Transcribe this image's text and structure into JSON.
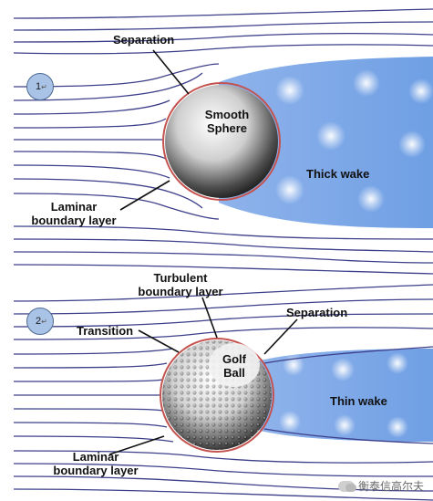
{
  "diagram_1": {
    "number": "1",
    "return_mark": "↵",
    "labels": {
      "separation": "Separation",
      "sphere_line1": "Smooth",
      "sphere_line2": "Sphere",
      "wake": "Thick wake",
      "laminar_line1": "Laminar",
      "laminar_line2": "boundary layer"
    }
  },
  "diagram_2": {
    "number": "2",
    "return_mark": "↵",
    "labels": {
      "turbulent_line1": "Turbulent",
      "turbulent_line2": "boundary layer",
      "separation": "Separation",
      "transition": "Transition",
      "ball_line1": "Golf",
      "ball_line2": "Ball",
      "wake": "Thin wake",
      "laminar_line1": "Laminar",
      "laminar_line2": "boundary layer"
    }
  },
  "watermark": "衡泰信高尔夫",
  "colors": {
    "flow_lines": "#3d3f8a",
    "wake_blue": "#7aa6e6",
    "sphere": "#cfcfcf",
    "number_badge": "#a9c3e6"
  }
}
